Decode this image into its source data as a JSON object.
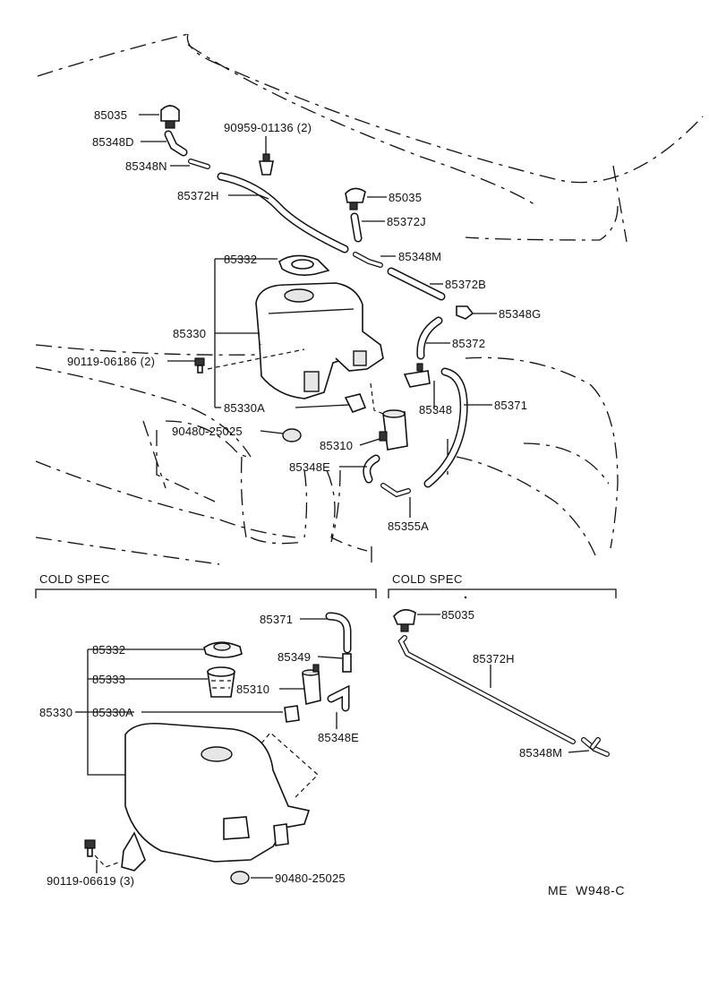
{
  "main_diagram": {
    "labels": {
      "nozzle_top": "85035",
      "hose_d": "85348D",
      "hose_n": "85348N",
      "clip": "90959-01136 (2)",
      "tube_h": "85372H",
      "nozzle_right": "85035",
      "tube_j": "85372J",
      "hose_m": "85348M",
      "tube_b": "85372B",
      "cap": "85332",
      "joint_g": "85348G",
      "tank": "85330",
      "tube_85372": "85372",
      "bolt": "90119-06186 (2)",
      "valve": "85348",
      "hose_85371": "85371",
      "filter": "85330A",
      "grommet": "90480-25025",
      "pump": "85310",
      "hose_e": "85348E",
      "joint_a": "85355A"
    }
  },
  "cold_spec_left": {
    "header": "COLD SPEC",
    "labels": {
      "hose_85371": "85371",
      "cap": "85332",
      "check_valve": "85349",
      "strainer": "85333",
      "pump": "85310",
      "tank": "85330",
      "filter": "85330A",
      "hose_e": "85348E",
      "bolt": "90119-06619 (3)",
      "grommet": "90480-25025"
    }
  },
  "cold_spec_right": {
    "header": "COLD SPEC",
    "labels": {
      "nozzle": "85035",
      "tube_h": "85372H",
      "hose_m": "85348M"
    }
  },
  "diagram_code": "ME  W948-C"
}
